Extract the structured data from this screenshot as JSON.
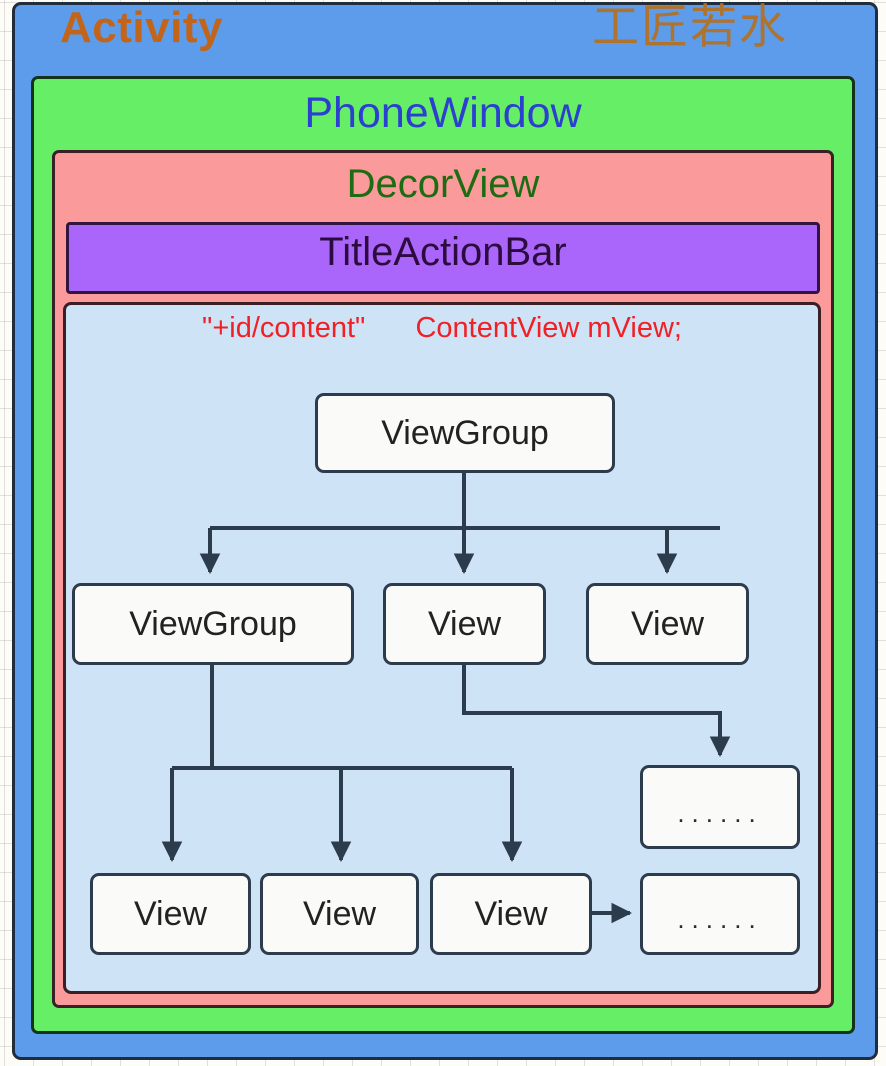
{
  "diagram": {
    "title": "Activity",
    "watermark": "工匠若水",
    "layers": [
      {
        "key": "activity",
        "label": "Activity",
        "color": "#5c9ceb",
        "text_color": "#c2651b"
      },
      {
        "key": "phonewindow",
        "label": "PhoneWindow",
        "color": "#66ee66",
        "text_color": "#2b3fd0"
      },
      {
        "key": "decorview",
        "label": "DecorView",
        "color": "#fa9a9a",
        "text_color": "#1d6b12"
      },
      {
        "key": "titlebar",
        "label": "TitleActionBar",
        "color": "#aa66fa",
        "text_color": "#2c0b3f"
      },
      {
        "key": "content",
        "label": "ContentView",
        "color": "#cfe3f7",
        "text_color": "#f02025"
      }
    ],
    "content_label_left": "\"+id/content\"",
    "content_label_right": "ContentView mView;",
    "nodes": [
      {
        "id": "n1",
        "label": "ViewGroup",
        "row": 1
      },
      {
        "id": "n2",
        "label": "ViewGroup",
        "row": 2
      },
      {
        "id": "n3",
        "label": "View",
        "row": 2
      },
      {
        "id": "n4",
        "label": "View",
        "row": 2
      },
      {
        "id": "n5",
        "label": "View",
        "row": 3
      },
      {
        "id": "n6",
        "label": "View",
        "row": 3
      },
      {
        "id": "n7",
        "label": "View",
        "row": 3
      },
      {
        "id": "n8",
        "label": "......",
        "row": 3
      },
      {
        "id": "n9",
        "label": "......",
        "row": 3
      }
    ],
    "edges": [
      {
        "from": "n1",
        "to": "n2"
      },
      {
        "from": "n1",
        "to": "n3"
      },
      {
        "from": "n1",
        "to": "n4"
      },
      {
        "from": "n2",
        "to": "n5"
      },
      {
        "from": "n2",
        "to": "n6"
      },
      {
        "from": "n2",
        "to": "n7"
      },
      {
        "from": "n3",
        "to": "n8"
      },
      {
        "from": "n7",
        "to": "n9"
      }
    ],
    "edge_color": "#2d3c4c",
    "node_fill": "#fafaf8",
    "node_border": "#2d3c4c"
  }
}
